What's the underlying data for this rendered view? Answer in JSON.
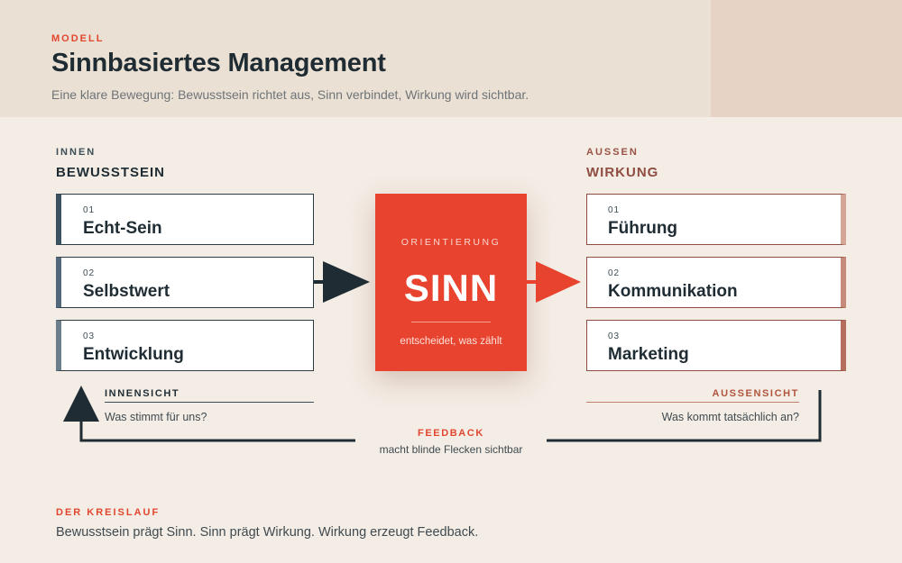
{
  "header": {
    "eyebrow": "MODELL",
    "title": "Sinnbasiertes Management",
    "subtitle": "Eine klare Bewegung: Bewusstsein richtet aus, Sinn verbindet, Wirkung wird sichtbar."
  },
  "left": {
    "eyebrow": "INNEN",
    "heading": "BEWUSSTSEIN",
    "items": [
      {
        "num": "01",
        "label": "Echt-Sein"
      },
      {
        "num": "02",
        "label": "Selbstwert"
      },
      {
        "num": "03",
        "label": "Entwicklung"
      }
    ],
    "caption_head": "INNENSICHT",
    "caption_text": "Was stimmt für uns?"
  },
  "center": {
    "eyebrow": "ORIENTIERUNG",
    "title": "SINN",
    "subtitle": "entscheidet, was zählt"
  },
  "right": {
    "eyebrow": "AUSSEN",
    "heading": "WIRKUNG",
    "items": [
      {
        "num": "01",
        "label": "Führung"
      },
      {
        "num": "02",
        "label": "Kommunikation"
      },
      {
        "num": "03",
        "label": "Marketing"
      }
    ],
    "caption_head": "AUSSENSICHT",
    "caption_text": "Was kommt tatsächlich an?"
  },
  "feedback": {
    "title": "FEEDBACK",
    "subtitle": "macht blinde Flecken sichtbar"
  },
  "footer": {
    "eyebrow": "DER KREISLAUF",
    "text": "Bewusstsein prägt Sinn. Sinn prägt Wirkung. Wirkung erzeugt Feedback."
  },
  "colors": {
    "accent": "#e8432e",
    "slate": "#1f2c33",
    "brown": "#8f4c41",
    "background": "#f4ede5"
  }
}
